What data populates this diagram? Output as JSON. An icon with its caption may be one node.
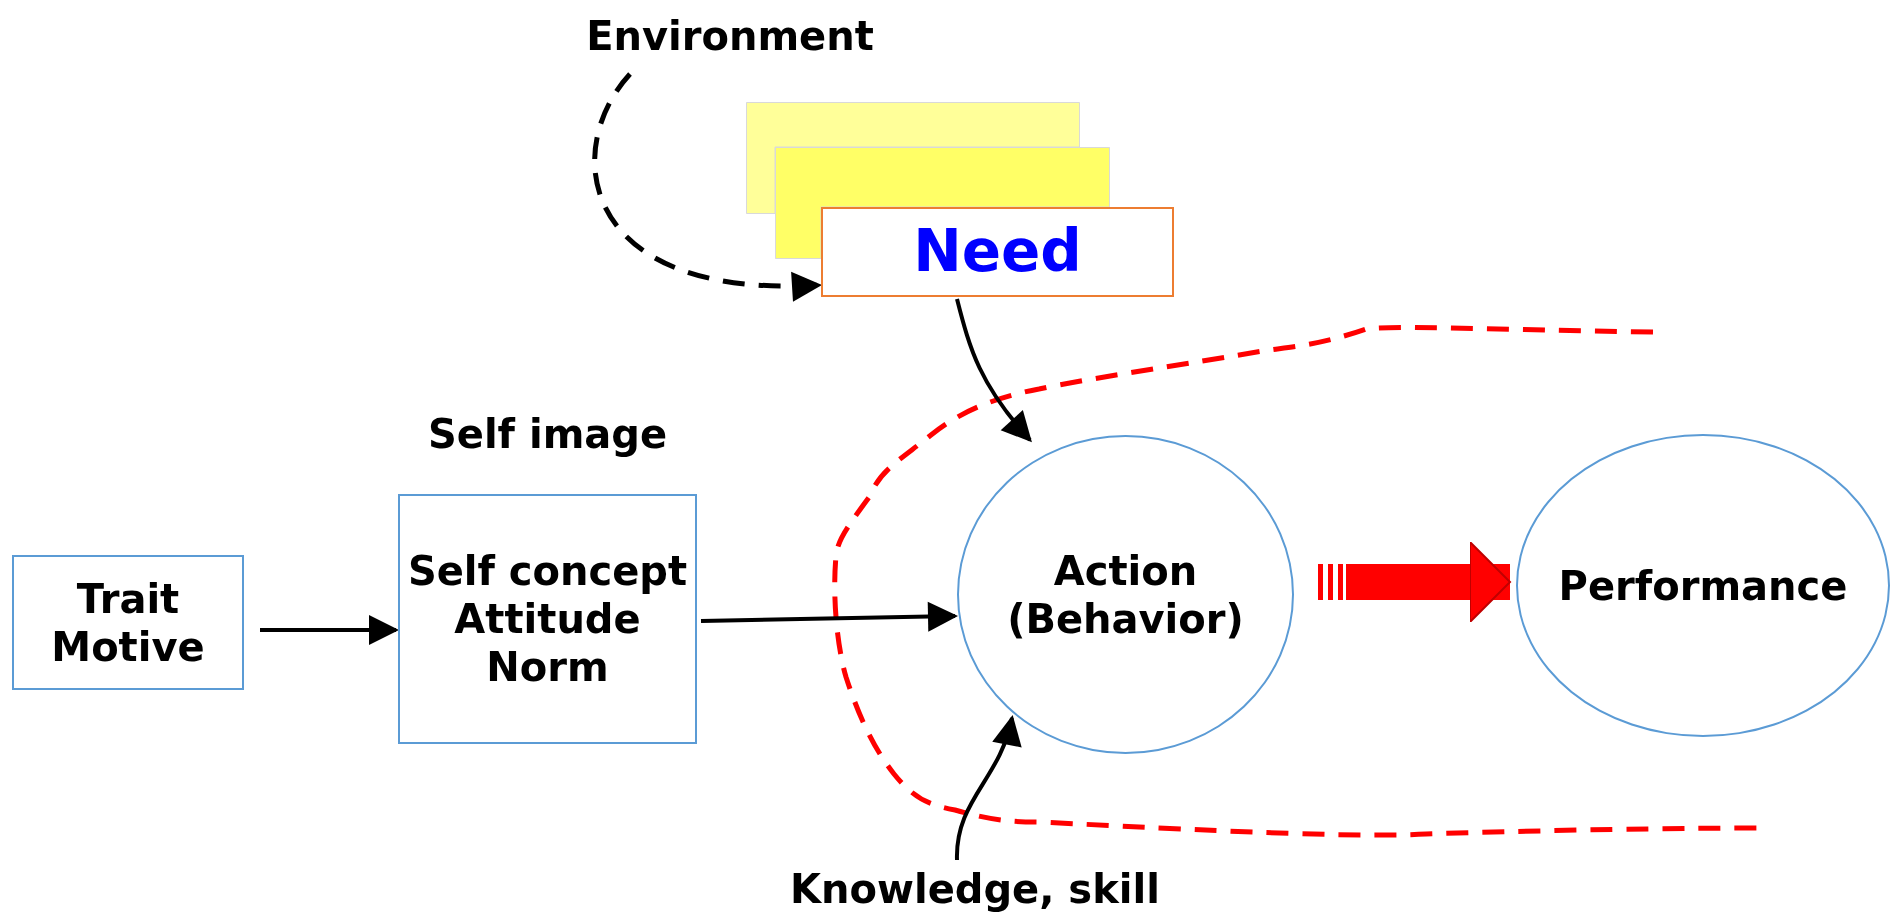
{
  "diagram": {
    "nodes": [
      {
        "text": [
          "Environment"
        ]
      },
      {
        "text": [],
        "shape": "box"
      },
      {
        "text": [],
        "shape": "box"
      },
      {
        "text": [
          "Need"
        ]
      },
      {
        "text": [
          "Trait Motive"
        ]
      },
      {
        "text": [
          "Self image",
          "Self concept Attitude Norm"
        ]
      },
      {
        "text": [
          "Action (Behavior)"
        ]
      },
      {
        "text": [
          "Performance"
        ]
      },
      {
        "text": [
          "Knowledge, skill"
        ]
      }
    ],
    "edges": [
      {
        "from": 0,
        "to": 3,
        "arrow": "to",
        "style": "dashed"
      },
      {
        "from": 3,
        "to": 6,
        "arrow": "to"
      },
      {
        "from": 4,
        "to": 5,
        "arrow": "to"
      },
      {
        "from": 5,
        "to": 6,
        "arrow": "to"
      },
      {
        "from": 6,
        "to": 7,
        "arrow": "to",
        "style": "thick",
        "color": "#ff0000"
      },
      {
        "from": 8,
        "to": 6,
        "arrow": "to"
      }
    ]
  }
}
